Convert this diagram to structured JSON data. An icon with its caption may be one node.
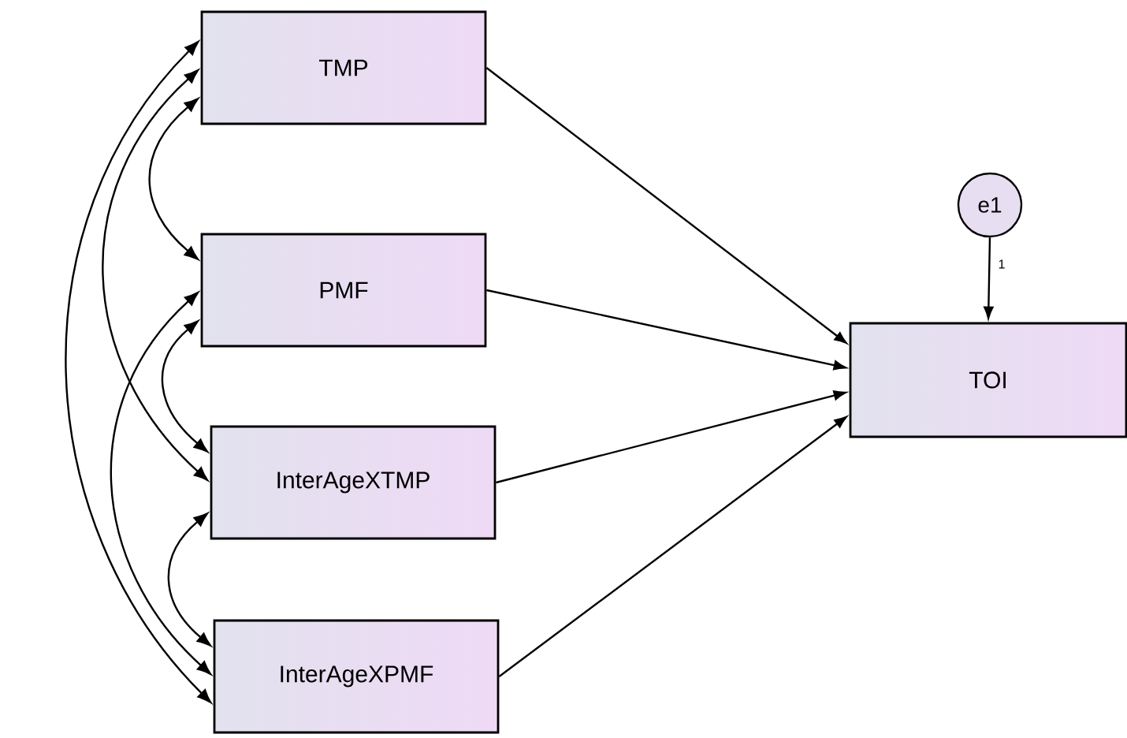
{
  "diagram": {
    "nodes": [
      {
        "text": [
          "TMP"
        ]
      },
      {
        "text": [
          "PMF"
        ]
      },
      {
        "text": [
          "InterAgeXTMP"
        ]
      },
      {
        "text": [
          "InterAgeXPMF"
        ]
      },
      {
        "text": [
          "TOI"
        ]
      },
      {
        "text": [
          "e1"
        ]
      }
    ],
    "edges": [
      {
        "from": 0,
        "to": 1,
        "arrow": "both"
      },
      {
        "from": 0,
        "to": 2,
        "arrow": "both"
      },
      {
        "from": 0,
        "to": 3,
        "arrow": "both"
      },
      {
        "from": 1,
        "to": 2,
        "arrow": "both"
      },
      {
        "from": 1,
        "to": 3,
        "arrow": "both"
      },
      {
        "from": 2,
        "to": 3,
        "arrow": "both"
      },
      {
        "from": 0,
        "to": 4,
        "arrow": "to"
      },
      {
        "from": 1,
        "to": 4,
        "arrow": "to"
      },
      {
        "from": 2,
        "to": 4,
        "arrow": "to"
      },
      {
        "from": 3,
        "to": 4,
        "arrow": "to"
      },
      {
        "from": 5,
        "to": 4,
        "arrow": "to",
        "label": "1"
      }
    ]
  }
}
